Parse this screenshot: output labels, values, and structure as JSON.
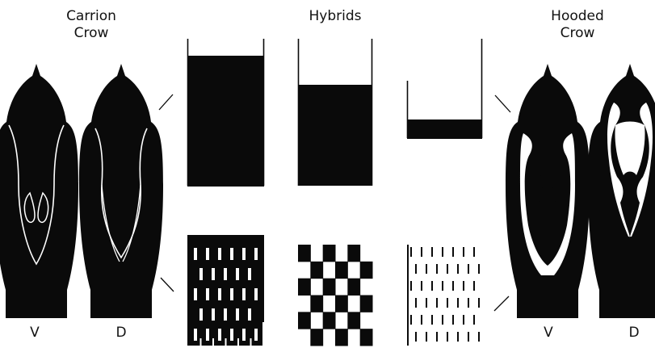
{
  "headings": {
    "carrion_line1": "Carrion",
    "carrion_line2": "Crow",
    "hybrids": "Hybrids",
    "hooded_line1": "Hooded",
    "hooded_line2": "Crow"
  },
  "view_labels": {
    "carrion_v": "V",
    "carrion_d": "D",
    "hooded_v": "V",
    "hooded_d": "D"
  },
  "colors": {
    "ink": "#0a0a0a",
    "paper": "#ffffff"
  }
}
